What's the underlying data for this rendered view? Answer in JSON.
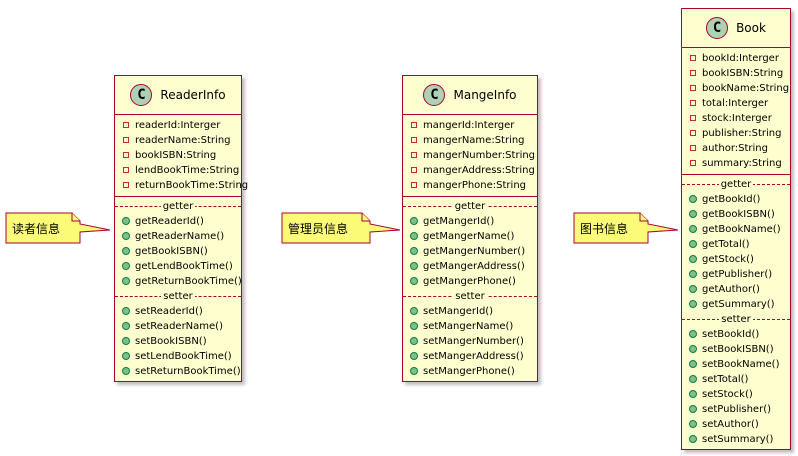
{
  "classes": [
    {
      "name": "ReaderInfo",
      "stereotype_letter": "C",
      "fields": [
        "readerId:Interger",
        "readerName:String",
        "bookISBN:String",
        "lendBookTime:String",
        "returnBookTime:String"
      ],
      "sections": [
        {
          "label": "getter",
          "methods": [
            "getReaderId()",
            "getReaderName()",
            "getBookISBN()",
            "getLendBookTime()",
            "getReturnBookTime()"
          ]
        },
        {
          "label": "setter",
          "methods": [
            "setReaderId()",
            "setReaderName()",
            "setBookISBN()",
            "setLendBookTime()",
            "setReturnBookTime()"
          ]
        }
      ],
      "note": "读者信息"
    },
    {
      "name": "MangeInfo",
      "stereotype_letter": "C",
      "fields": [
        "mangerId:Interger",
        "mangerName:String",
        "mangerNumber:String",
        "mangerAddress:String",
        "mangerPhone:String"
      ],
      "sections": [
        {
          "label": "getter",
          "methods": [
            "getMangerId()",
            "getMangerName()",
            "getMangerNumber()",
            "getMangerAddress()",
            "getMangerPhone()"
          ]
        },
        {
          "label": "setter",
          "methods": [
            "setMangerId()",
            "setMangerName()",
            "setMangerNumber()",
            "setMangerAddress()",
            "setMangerPhone()"
          ]
        }
      ],
      "note": "管理员信息"
    },
    {
      "name": "Book",
      "stereotype_letter": "C",
      "fields": [
        "bookId:Interger",
        "bookISBN:String",
        "bookName:String",
        "total:Interger",
        "stock:Interger",
        "publisher:String",
        "author:String",
        "summary:String"
      ],
      "sections": [
        {
          "label": "getter",
          "methods": [
            "getBookId()",
            "getBookISBN()",
            "getBookName()",
            "getTotal()",
            "getStock()",
            "getPublisher()",
            "getAuthor()",
            "getSummary()"
          ]
        },
        {
          "label": "setter",
          "methods": [
            "setBookId()",
            "setBookISBN()",
            "setBookName()",
            "setTotal()",
            "setStock()",
            "setPublisher()",
            "setAuthor()",
            "setSummary()"
          ]
        }
      ],
      "note": "图书信息"
    }
  ],
  "colors": {
    "class_fill": "#fefece",
    "class_border": "#a80036",
    "badge_fill": "#add1b2",
    "note_fill": "#fbfb77",
    "method_icon": "#84be84",
    "field_icon": "#c82930"
  },
  "icons": {
    "field": "private-field-square-icon",
    "method": "public-method-circle-icon"
  }
}
